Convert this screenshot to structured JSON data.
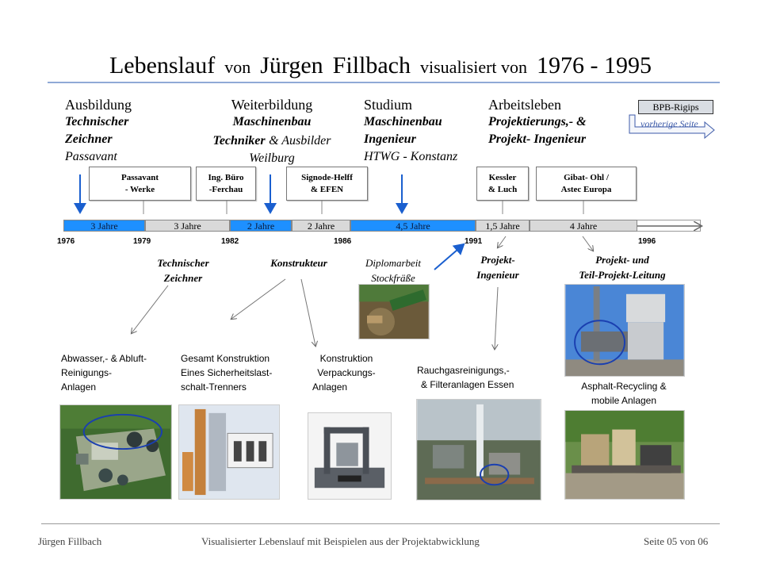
{
  "title": {
    "part1": "Lebenslauf",
    "part2": "von",
    "part3": "Jürgen",
    "part4": "Fillbach",
    "part5": "visualisiert von",
    "part6": "1976 - 1995"
  },
  "sections": {
    "ausbildung": {
      "heading": "Ausbildung",
      "line1": "Technischer",
      "line2": "Zeichner",
      "line3": "Passavant"
    },
    "weiterbildung": {
      "heading": "Weiterbildung",
      "line1": "Maschinenbau",
      "line2a": "Techniker",
      "line2b": "& Ausbilder",
      "line3": "Weilburg"
    },
    "studium": {
      "heading": "Studium",
      "line1": "Maschinenbau",
      "line2": "Ingenieur",
      "line3": "HTWG - Konstanz"
    },
    "arbeitsleben": {
      "heading": "Arbeitsleben",
      "line1": "Projektierungs,- &",
      "line2": "Projekt- Ingenieur"
    }
  },
  "nav": {
    "bpb_label": "BPB-Rigips",
    "prev_label": "vorherige Seite"
  },
  "companies": [
    {
      "line1": "Passavant",
      "line2": "- Werke"
    },
    {
      "line1": "Ing. Büro",
      "line2": "-Ferchau"
    },
    {
      "line1": "Signode-Helff",
      "line2": "&  EFEN"
    },
    {
      "line1": "Kessler",
      "line2": "& Luch"
    },
    {
      "line1": "Gibat-  Ohl /",
      "line2": "Astec Europa"
    }
  ],
  "timeline": {
    "segments": [
      "3 Jahre",
      "3 Jahre",
      "2 Jahre",
      "2 Jahre",
      "4,5 Jahre",
      "1,5 Jahre",
      "4 Jahre"
    ],
    "years": [
      "1976",
      "1979",
      "1982",
      "1986",
      "1991",
      "1996"
    ]
  },
  "roles": {
    "tz1": "Technischer",
    "tz2": "Zeichner",
    "konstrukteur": "Konstrukteur",
    "diplom1": "Diplomarbeit",
    "diplom2": "Stockfräße",
    "pi1": "Projekt-",
    "pi2": "Ingenieur",
    "ptl1": "Projekt- und",
    "ptl2": "Teil-Projekt-Leitung"
  },
  "descriptions": {
    "abwasser": [
      "Abwasser,- & Abluft-",
      "Reinigungs-",
      "Anlagen"
    ],
    "gesamt": [
      "Gesamt Konstruktion",
      "Eines Sicherheitslast-",
      "schalt-Trenners"
    ],
    "konstruktion": [
      "Konstruktion",
      "Verpackungs-",
      "Anlagen"
    ],
    "rauchgas": [
      "Rauchgasreinigungs,-",
      "& Filteranlagen Essen"
    ],
    "asphalt": [
      "Asphalt-Recycling &",
      "mobile Anlagen"
    ]
  },
  "footer": {
    "left": "Jürgen  Fillbach",
    "center": "Visualisierter  Lebenslauf  mit  Beispielen  aus  der  Projektabwicklung",
    "right": "Seite  05  von  06"
  },
  "colors": {
    "accent_blue": "#1e90ff",
    "rule_blue": "#8fa9d6",
    "link_blue": "#3c5aa8"
  }
}
